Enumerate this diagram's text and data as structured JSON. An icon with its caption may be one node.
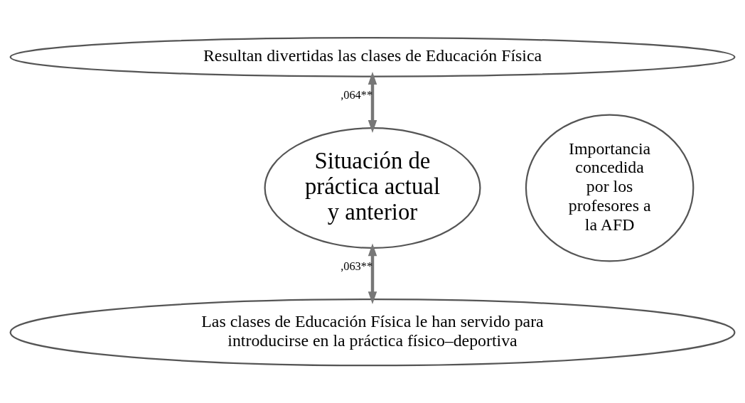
{
  "diagram": {
    "nodes": [
      {
        "text": [
          "Resultan divertidas las clases de Educación Física"
        ]
      },
      {
        "text": [
          "Situación de práctica actual y anterior"
        ]
      },
      {
        "text": [
          "Importancia concedida por los profesores a la AFD"
        ]
      },
      {
        "text": [
          "Las clases de Educación Física le han servido para introducirse en la práctica físico–deportiva"
        ]
      }
    ],
    "edges": [
      {
        "from": 0,
        "to": 1,
        "arrow": "both",
        "label": ",064**"
      },
      {
        "from": 1,
        "to": 3,
        "arrow": "both",
        "label": ",063**"
      }
    ]
  }
}
